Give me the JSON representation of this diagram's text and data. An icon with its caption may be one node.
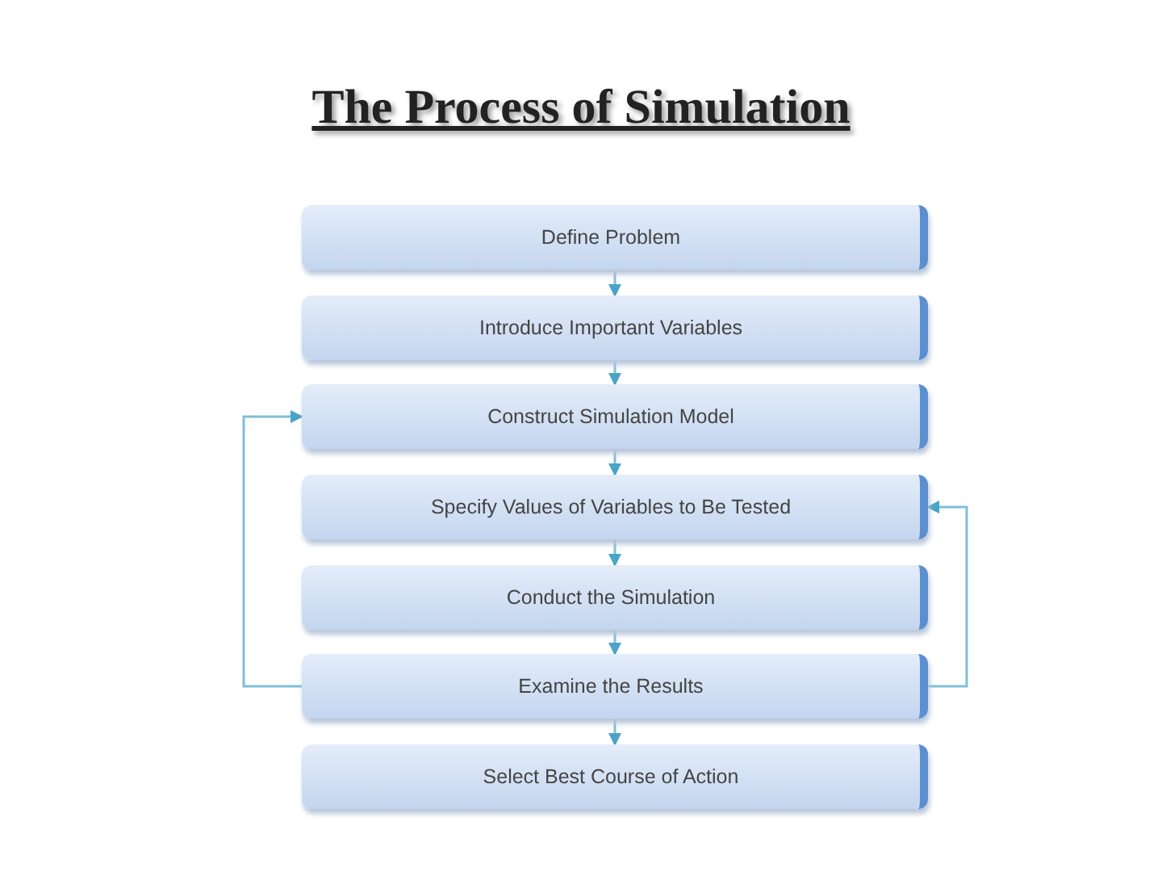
{
  "diagram": {
    "title": "The Process of Simulation",
    "nodes": [
      {
        "text": [
          "Define Problem"
        ]
      },
      {
        "text": [
          "Introduce Important Variables"
        ]
      },
      {
        "text": [
          "Construct Simulation Model"
        ]
      },
      {
        "text": [
          "Specify Values of Variables to Be Tested"
        ]
      },
      {
        "text": [
          "Conduct the Simulation"
        ]
      },
      {
        "text": [
          "Examine the Results"
        ]
      },
      {
        "text": [
          "Select Best Course of Action"
        ]
      }
    ],
    "edges": [
      {
        "from": 0,
        "to": 1,
        "arrow": "to"
      },
      {
        "from": 1,
        "to": 2,
        "arrow": "to"
      },
      {
        "from": 2,
        "to": 3,
        "arrow": "to"
      },
      {
        "from": 3,
        "to": 4,
        "arrow": "to"
      },
      {
        "from": 4,
        "to": 5,
        "arrow": "to"
      },
      {
        "from": 5,
        "to": 6,
        "arrow": "to"
      },
      {
        "from": 5,
        "to": 2,
        "arrow": "to"
      },
      {
        "from": 5,
        "to": 3,
        "arrow": "to"
      }
    ]
  }
}
